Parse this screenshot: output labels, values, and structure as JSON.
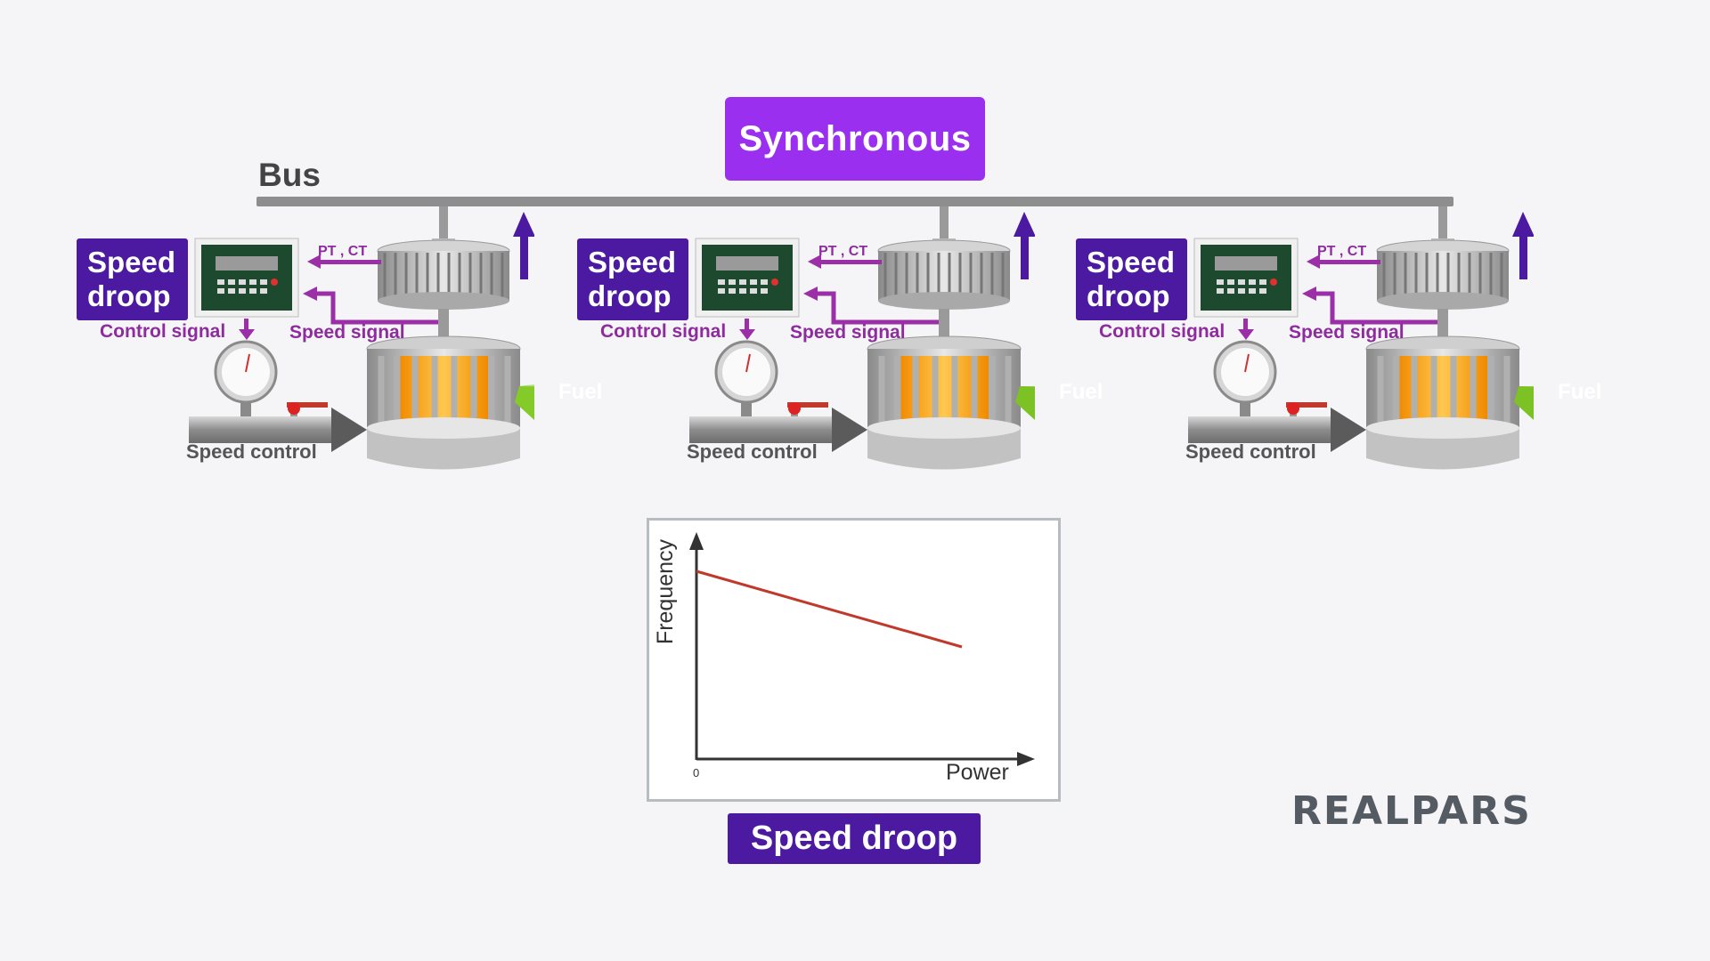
{
  "title": "Synchronous",
  "bus_label": "Bus",
  "units": [
    {
      "badge_line1": "Speed",
      "badge_line2": "droop",
      "pt_ct": "PT , CT",
      "control_signal": "Control signal",
      "speed_signal": "Speed signal",
      "speed_control": "Speed control",
      "fuel": "Fuel"
    },
    {
      "badge_line1": "Speed",
      "badge_line2": "droop",
      "pt_ct": "PT , CT",
      "control_signal": "Control signal",
      "speed_signal": "Speed signal",
      "speed_control": "Speed control",
      "fuel": "Fuel"
    },
    {
      "badge_line1": "Speed",
      "badge_line2": "droop",
      "pt_ct": "PT , CT",
      "control_signal": "Control signal",
      "speed_signal": "Speed signal",
      "speed_control": "Speed control",
      "fuel": "Fuel"
    }
  ],
  "chart": {
    "ylabel": "Frequency",
    "xlabel": "Power",
    "origin_label": "0",
    "caption": "Speed droop",
    "line_color": "#c0392b"
  },
  "colors": {
    "title_badge": "#9b2ff0",
    "droop_badge": "#4b1aa0",
    "signal_arrow": "#9a2fa8",
    "power_arrow": "#4b1aa0",
    "fuel_arrow": "#7cc224"
  },
  "logo": "REALPARS"
}
